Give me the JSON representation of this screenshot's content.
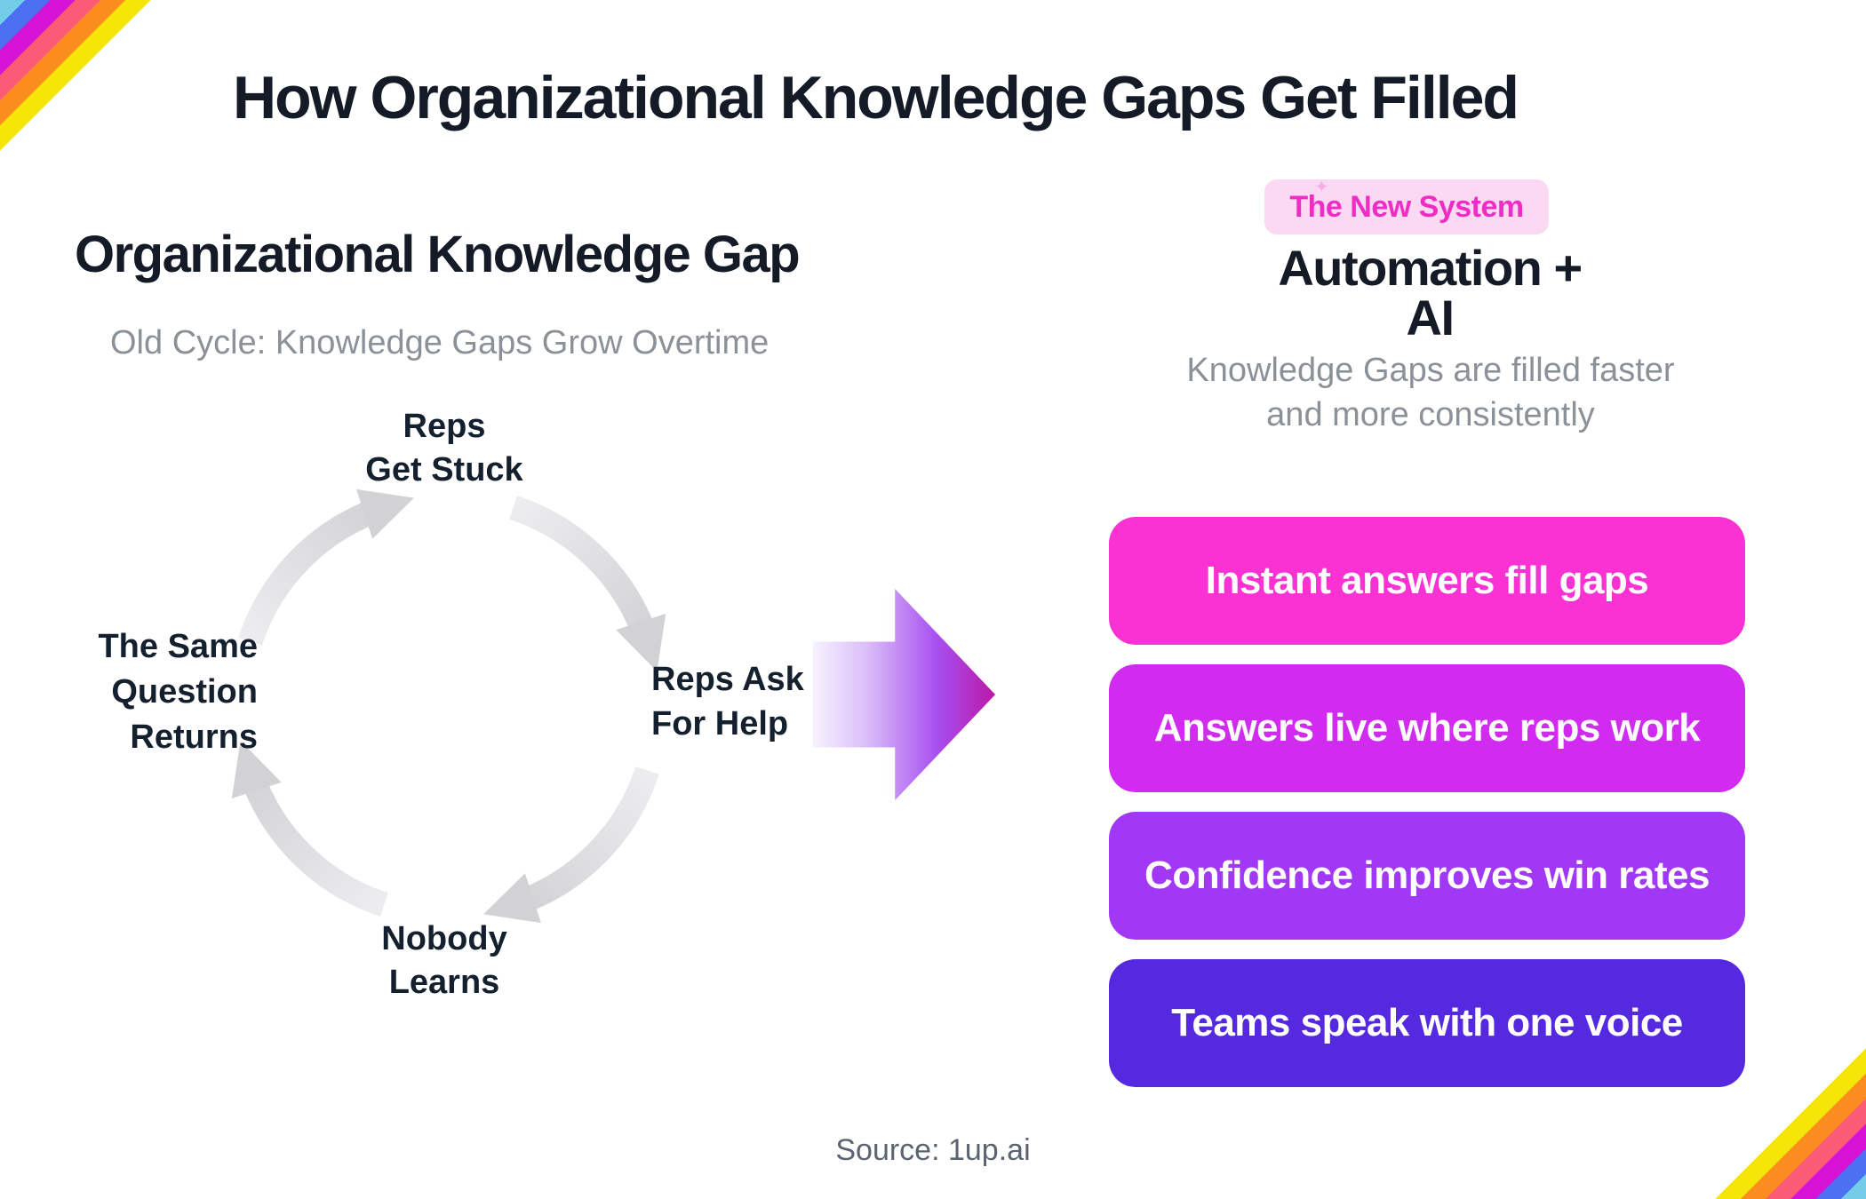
{
  "title": "How Organizational Knowledge Gaps Get Filled",
  "old_system": {
    "heading": "Organizational Knowledge Gap",
    "subtitle": "Old Cycle: Knowledge Gaps Grow Overtime",
    "cycle": [
      {
        "position": "top",
        "label": "Reps\nGet Stuck"
      },
      {
        "position": "right",
        "label": "Reps Ask\nFor Help"
      },
      {
        "position": "bottom",
        "label": "Nobody\nLearns"
      },
      {
        "position": "left",
        "label": "The Same\nQuestion\nReturns"
      }
    ],
    "cycle_arrow_head_color": "#D2D2D4",
    "cycle_arrow_tail_color": "#EDEDEF"
  },
  "flow_arrow": {
    "gradient": [
      "#F7F2FE",
      "#D9BDF9",
      "#A84FF0",
      "#BC18A6"
    ]
  },
  "new_system": {
    "badge_label": "The New System",
    "badge_bg": "#FBD9F2",
    "badge_text_color": "#F02CC6",
    "sparkle_icon": "✦",
    "sparkle_color": "#F7AEE4",
    "heading": "Automation + AI",
    "subtitle": "Knowledge Gaps are filled faster\nand more consistently",
    "benefits": [
      {
        "label": "Instant answers fill gaps",
        "color": "#FB32D3"
      },
      {
        "label": "Answers live where reps work",
        "color": "#D02BEF"
      },
      {
        "label": "Confidence improves win rates",
        "color": "#A138F6"
      },
      {
        "label": "Teams speak with one voice",
        "color": "#5529DF"
      }
    ]
  },
  "source": "Source: 1up.ai",
  "decor": {
    "rainbow_colors": [
      "#73CCE8",
      "#4B70F0",
      "#D613D4",
      "#FB5B77",
      "#FB8D1F",
      "#F5E608"
    ]
  },
  "text_colors": {
    "dark": "#141B27",
    "muted": "#8B9199",
    "source": "#5B6470"
  }
}
